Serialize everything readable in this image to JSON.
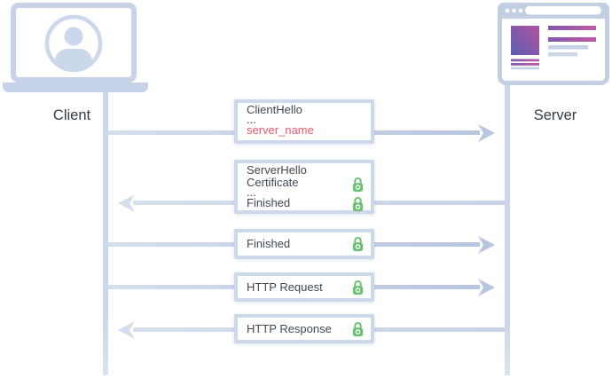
{
  "diagram": {
    "type": "tls-handshake-sequence",
    "actors": {
      "client": {
        "label": "Client",
        "icon": "laptop-user-icon"
      },
      "server": {
        "label": "Server",
        "icon": "browser-window-icon"
      }
    },
    "messages": [
      {
        "id": "client-hello",
        "direction": "right",
        "lines": [
          {
            "text": "ClientHello"
          },
          {
            "text": "..."
          },
          {
            "text": "server_name",
            "highlight": true
          }
        ]
      },
      {
        "id": "server-hello",
        "direction": "left",
        "lines": [
          {
            "text": "ServerHello"
          },
          {
            "text": "Certificate",
            "encrypted": true
          },
          {
            "text": "..."
          },
          {
            "text": "Finished",
            "encrypted": true
          }
        ]
      },
      {
        "id": "finished",
        "direction": "right",
        "lines": [
          {
            "text": "Finished",
            "encrypted": true
          }
        ]
      },
      {
        "id": "http-request",
        "direction": "right",
        "lines": [
          {
            "text": "HTTP Request",
            "encrypted": true
          }
        ]
      },
      {
        "id": "http-response",
        "direction": "left",
        "lines": [
          {
            "text": "HTTP Response",
            "encrypted": true
          }
        ]
      }
    ],
    "icons": {
      "encrypted": "lock-icon",
      "message_right": "arrow-right-icon",
      "message_left": "arrow-left-icon"
    },
    "colors": {
      "accent_blue": "#c6d2e7",
      "arrow_light": "#d5deed",
      "arrow_dark": "#b7c6df",
      "text_dark": "#3f4953",
      "highlight_red": "#e7596a",
      "lock_green": "#6cc072",
      "browser_purple_1": "#b1539f",
      "browser_purple_2": "#5a5db3"
    }
  }
}
